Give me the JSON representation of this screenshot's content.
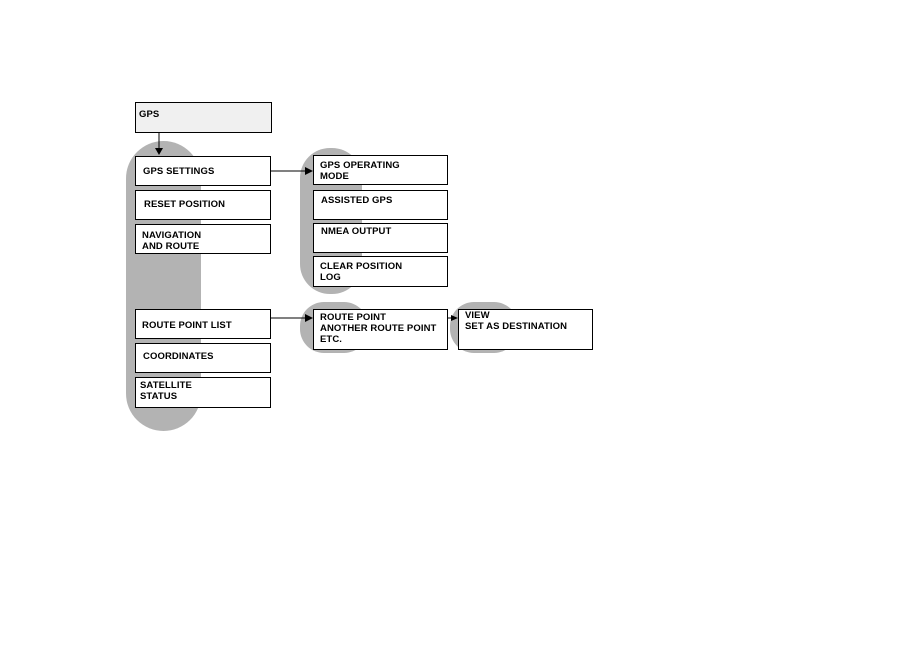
{
  "menu": {
    "root": "GPS",
    "level1_group_a": [
      "GPS SETTINGS",
      "RESET POSITION",
      "NAVIGATION\nAND ROUTE"
    ],
    "level1_group_b": [
      "ROUTE POINT LIST",
      "COORDINATES",
      "SATELLITE\nSTATUS"
    ],
    "gps_settings_submenu": [
      "GPS OPERATING\nMODE",
      "ASSISTED GPS",
      "NMEA OUTPUT",
      "CLEAR POSITION\nLOG"
    ],
    "route_point_list_submenu": "ROUTE POINT\nANOTHER ROUTE POINT\nETC.",
    "route_point_actions": "VIEW\nSET AS DESTINATION"
  },
  "colors": {
    "pill_gray": "#b3b3b3",
    "root_fill": "#f0f0f0",
    "border": "#000000"
  }
}
